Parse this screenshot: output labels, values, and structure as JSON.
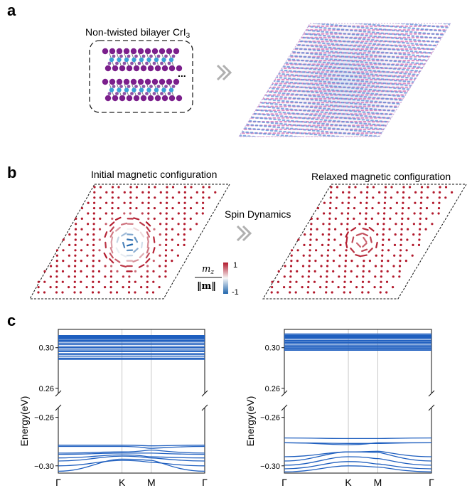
{
  "panels": {
    "a": {
      "letter": "a",
      "inset_title_main": "Non-twisted bilayer CrI",
      "inset_title_sub": "3",
      "ellipsis": "..."
    },
    "b": {
      "letter": "b",
      "left_title": "Initial magnetic configuration",
      "right_title": "Relaxed magnetic configuration",
      "arrow_label": "Spin Dynamics",
      "colorbar": {
        "numerator": "m",
        "numerator_sub": "z",
        "denominator": "‖m‖",
        "max_label": "1",
        "min_label": "-1",
        "color_high": "#b2182b",
        "color_mid": "#f7f7f7",
        "color_low": "#2166ac"
      }
    },
    "c": {
      "letter": "c"
    }
  },
  "chart_data": [
    {
      "type": "line",
      "ylabel": "Energy(eV)",
      "xticks": [
        "Γ",
        "K",
        "M",
        "Γ"
      ],
      "upper_ylim": [
        0.255,
        0.318
      ],
      "upper_yticks": [
        "0.30",
        "0.26"
      ],
      "lower_ylim": [
        -0.306,
        -0.252
      ],
      "lower_yticks": [
        "-0.26",
        "-0.30"
      ],
      "line_color": "#1f5fbf",
      "upper_bands": [
        0.312,
        0.3115,
        0.311,
        0.3105,
        0.3098,
        0.309,
        0.3082,
        0.307,
        0.306,
        0.3045,
        0.303,
        0.3015,
        0.3,
        0.2985,
        0.297,
        0.296,
        0.2945,
        0.293,
        0.291,
        0.2895,
        0.2885
      ],
      "lower_bands": [
        [
          -0.283,
          -0.283,
          -0.2835,
          -0.283
        ],
        [
          -0.284,
          -0.284,
          -0.2855,
          -0.284
        ],
        [
          -0.2895,
          -0.2885,
          -0.287,
          -0.2895
        ],
        [
          -0.2905,
          -0.2895,
          -0.2895,
          -0.2905
        ],
        [
          -0.2935,
          -0.291,
          -0.2925,
          -0.2935
        ],
        [
          -0.296,
          -0.292,
          -0.2935,
          -0.296
        ],
        [
          -0.3,
          -0.2955,
          -0.297,
          -0.3
        ],
        [
          -0.3045,
          -0.2945,
          -0.2955,
          -0.3045
        ]
      ]
    },
    {
      "type": "line",
      "ylabel": "Energy(eV)",
      "xticks": [
        "Γ",
        "K",
        "M",
        "Γ"
      ],
      "upper_ylim": [
        0.255,
        0.318
      ],
      "upper_yticks": [
        "0.30",
        "0.26"
      ],
      "lower_ylim": [
        -0.306,
        -0.252
      ],
      "lower_yticks": [
        "-0.26",
        "-0.30"
      ],
      "line_color": "#1f5fbf",
      "upper_bands": [
        0.3135,
        0.3125,
        0.312,
        0.3115,
        0.3105,
        0.31,
        0.309,
        0.3085,
        0.307,
        0.306,
        0.305,
        0.304,
        0.3025,
        0.3015,
        0.3005,
        0.2995,
        0.2985,
        0.2975
      ],
      "lower_bands": [
        [
          -0.277,
          -0.2775,
          -0.2775,
          -0.277
        ],
        [
          -0.281,
          -0.2815,
          -0.2815,
          -0.281
        ],
        [
          -0.281,
          -0.2825,
          -0.281,
          -0.281
        ],
        [
          -0.2925,
          -0.2885,
          -0.288,
          -0.2925
        ],
        [
          -0.296,
          -0.2885,
          -0.289,
          -0.296
        ],
        [
          -0.2995,
          -0.2925,
          -0.294,
          -0.2995
        ],
        [
          -0.3025,
          -0.2965,
          -0.2985,
          -0.3025
        ],
        [
          -0.305,
          -0.3,
          -0.301,
          -0.305
        ]
      ]
    }
  ]
}
